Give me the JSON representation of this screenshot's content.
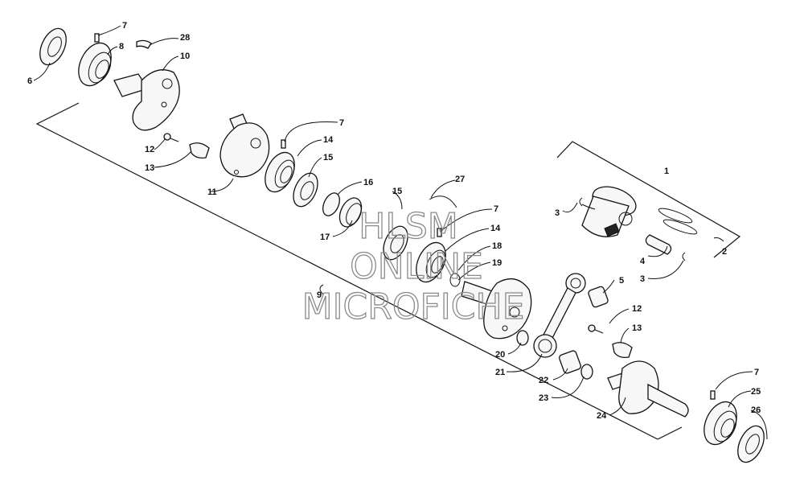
{
  "watermark": {
    "line1": "HLSM",
    "line2": "ONLINE",
    "line3": "MICROFICHE"
  },
  "callouts": [
    {
      "id": "c7a",
      "text": "7"
    },
    {
      "id": "c8",
      "text": "8"
    },
    {
      "id": "c28",
      "text": "28"
    },
    {
      "id": "c10",
      "text": "10"
    },
    {
      "id": "c6",
      "text": "6"
    },
    {
      "id": "c12a",
      "text": "12"
    },
    {
      "id": "c13a",
      "text": "13"
    },
    {
      "id": "c11",
      "text": "11"
    },
    {
      "id": "c7b",
      "text": "7"
    },
    {
      "id": "c14a",
      "text": "14"
    },
    {
      "id": "c15a",
      "text": "15"
    },
    {
      "id": "c16",
      "text": "16"
    },
    {
      "id": "c27",
      "text": "27"
    },
    {
      "id": "c15b",
      "text": "15"
    },
    {
      "id": "c7c",
      "text": "7"
    },
    {
      "id": "c14b",
      "text": "14"
    },
    {
      "id": "c17",
      "text": "17"
    },
    {
      "id": "c18",
      "text": "18"
    },
    {
      "id": "c19",
      "text": "19"
    },
    {
      "id": "c9",
      "text": "9"
    },
    {
      "id": "c1",
      "text": "1"
    },
    {
      "id": "c2",
      "text": "2"
    },
    {
      "id": "c3a",
      "text": "3"
    },
    {
      "id": "c4",
      "text": "4"
    },
    {
      "id": "c3b",
      "text": "3"
    },
    {
      "id": "c5",
      "text": "5"
    },
    {
      "id": "c12b",
      "text": "12"
    },
    {
      "id": "c13b",
      "text": "13"
    },
    {
      "id": "c20",
      "text": "20"
    },
    {
      "id": "c21",
      "text": "21"
    },
    {
      "id": "c22",
      "text": "22"
    },
    {
      "id": "c23",
      "text": "23"
    },
    {
      "id": "c24",
      "text": "24"
    },
    {
      "id": "c7d",
      "text": "7"
    },
    {
      "id": "c25",
      "text": "25"
    },
    {
      "id": "c26",
      "text": "26"
    }
  ]
}
